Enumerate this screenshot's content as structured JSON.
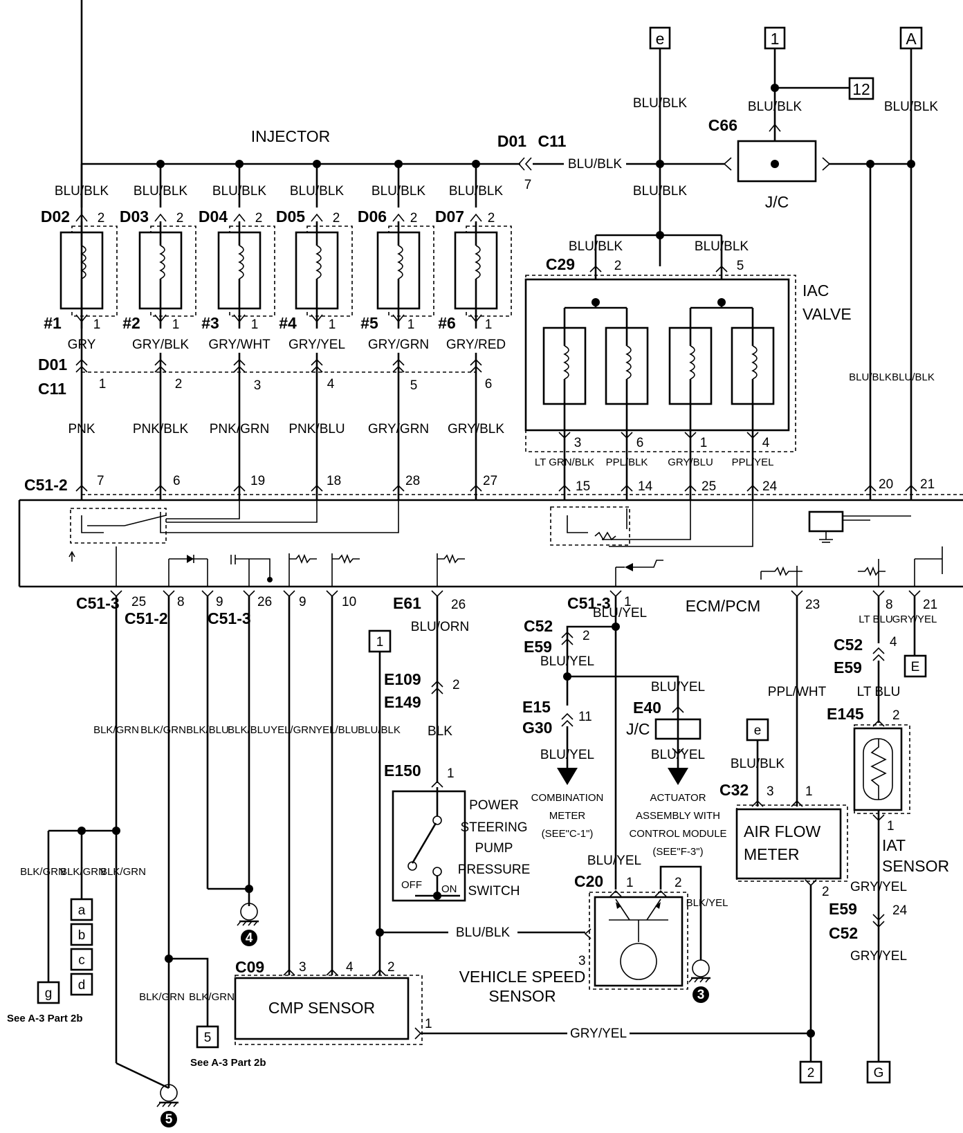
{
  "titles": {
    "injector": "INJECTOR",
    "iac_valve_1": "IAC",
    "iac_valve_2": "VALVE",
    "ecm": "ECM/PCM",
    "jc_top": "J/C",
    "jc_e40": "J/C",
    "air_flow_1": "AIR FLOW",
    "air_flow_2": "METER",
    "cmp_sensor": "CMP SENSOR",
    "vss_1": "VEHICLE SPEED",
    "vss_2": "SENSOR",
    "iat_1": "IAT",
    "iat_2": "SENSOR",
    "ps_1": "POWER",
    "ps_2": "STEERING",
    "ps_3": "PUMP",
    "ps_4": "PRESSURE",
    "ps_5": "SWITCH",
    "ps_off": "OFF",
    "ps_on": "ON",
    "comb_1": "COMBINATION",
    "comb_2": "METER",
    "comb_3": "(SEE\"C-1\")",
    "act_1": "ACTUATOR",
    "act_2": "ASSEMBLY WITH",
    "act_3": "CONTROL MODULE",
    "act_4": "(SEE\"F-3\")",
    "see_a3_1": "See A-3 Part 2b",
    "see_a3_2": "See A-3 Part 2b"
  },
  "refs": {
    "e_top": "e",
    "one_top": "1",
    "a_top": "A",
    "twelve": "12",
    "one_mid": "1",
    "e_mid": "e",
    "e_right": "E",
    "a": "a",
    "b": "b",
    "c": "c",
    "d": "d",
    "g": "g",
    "five": "5",
    "two": "2",
    "g_bottom": "G",
    "gnd4": "4",
    "gnd5": "5",
    "gnd3": "3"
  },
  "injectors": [
    {
      "conn": "D02",
      "num": "#1",
      "wire_out": "GRY",
      "pin_d01": "1",
      "wire_low": "PNK",
      "pin_c51": "7"
    },
    {
      "conn": "D03",
      "num": "#2",
      "wire_out": "GRY/BLK",
      "pin_d01": "2",
      "wire_low": "PNK/BLK",
      "pin_c51": "6"
    },
    {
      "conn": "D04",
      "num": "#3",
      "wire_out": "GRY/WHT",
      "pin_d01": "3",
      "wire_low": "PNK/GRN",
      "pin_c51": "19"
    },
    {
      "conn": "D05",
      "num": "#4",
      "wire_out": "GRY/YEL",
      "pin_d01": "4",
      "wire_low": "PNK/BLU",
      "pin_c51": "18"
    },
    {
      "conn": "D06",
      "num": "#5",
      "wire_out": "GRY/GRN",
      "pin_d01": "5",
      "wire_low": "GRY/GRN",
      "pin_c51": "28"
    },
    {
      "conn": "D07",
      "num": "#6",
      "wire_out": "GRY/RED",
      "pin_d01": "6",
      "wire_low": "GRY/BLK",
      "pin_c51": "27"
    }
  ],
  "injector_common": {
    "wire": "BLU/BLK",
    "pin_top": "2",
    "pin_bot": "1"
  },
  "connectors": {
    "d01_top": "D01",
    "c11_top": "C11",
    "d01_pin": "7",
    "d01": "D01",
    "c11": "C11",
    "c51_2": "C51-2",
    "c66": "C66",
    "c29": "C29",
    "c29_pin2": "2",
    "c29_pin5": "5",
    "c51_3_a": "C51-3",
    "c51_2_b": "C51-2",
    "c51_3_b": "C51-3",
    "e61": "E61",
    "c51_3_c": "C51-3",
    "c52_a": "C52",
    "e59_a": "E59",
    "e15": "E15",
    "g30": "G30",
    "e40": "E40",
    "e109": "E109",
    "e149": "E149",
    "e150": "E150",
    "c32": "C32",
    "c52_b": "C52",
    "e59_b": "E59",
    "e145": "E145",
    "c20": "C20",
    "c09": "C09",
    "e59_c": "E59",
    "c52_c": "C52"
  },
  "wires": {
    "blu_blk_bus": "BLU/BLK",
    "blu_blk_e": "BLU/BLK",
    "blu_blk_e2": "BLU/BLK",
    "blu_blk_1": "BLU/BLK",
    "blu_blk_a": "BLU/BLK",
    "blu_blk_c29_l": "BLU/BLK",
    "blu_blk_c29_r": "BLU/BLK",
    "blu_blk_r1": "BLU/BLK",
    "blu_blk_r2": "BLU/BLK",
    "iac_w1": "LT GRN/BLK",
    "iac_w2": "PPL/BLK",
    "iac_w3": "GRY/BLU",
    "iac_w4": "PPL/YEL",
    "iac_p1": "3",
    "iac_p2": "6",
    "iac_p3": "1",
    "iac_p4": "4",
    "c51_p15": "15",
    "c51_p14": "14",
    "c51_p25": "25",
    "c51_p24": "24",
    "c51_p20": "20",
    "c51_p21": "21",
    "blk_grn_1": "BLK/GRN",
    "blk_grn_2": "BLK/GRN",
    "blk_blu_1": "BLK/BLU",
    "blk_blu_2": "BLK/BLU",
    "yel_grn": "YEL/GRN",
    "yel_blu": "YEL/BLU",
    "blu_blk_cmp": "BLU/BLK",
    "blu_orn": "BLU/ORN",
    "blk_e150": "BLK",
    "blu_yel_1": "BLU/YEL",
    "blu_yel_2": "BLU/YEL",
    "blu_yel_3": "BLU/YEL",
    "blu_yel_4": "BLU/YEL",
    "blu_yel_5": "BLU/YEL",
    "blu_yel_vss": "BLU/YEL",
    "ppl_wht": "PPL/WHT",
    "lt_blu": "LT BLU",
    "lt_blu_2": "LT BLU",
    "gry_yel_e": "GRY/YEL",
    "blu_blk_c32": "BLU/BLK",
    "gry_yel_iat": "GRY/YEL",
    "gry_yel_low": "GRY/YEL",
    "blk_grn_a": "BLK/GRN",
    "blk_grn_b": "BLK/GRN",
    "blk_grn_c": "BLK/GRN",
    "blk_grn_d": "BLK/GRN",
    "blk_grn_e": "BLK/GRN",
    "blu_blk_vss": "BLU/BLK",
    "blk_yel": "BLK/YEL",
    "gry_yel_cmp": "GRY/YEL"
  },
  "pins": {
    "b25": "25",
    "b8": "8",
    "b9": "9",
    "b26": "26",
    "b9b": "9",
    "b10": "10",
    "b26b": "26",
    "b1": "1",
    "b23": "23",
    "b8r": "8",
    "b21": "21",
    "c52a_2": "2",
    "e15_11": "11",
    "e109_2": "2",
    "e150_1": "1",
    "c52b_4": "4",
    "e145_2": "2",
    "iat_1": "1",
    "c32_3": "3",
    "c32_1": "1",
    "afm_2": "2",
    "e59c_24": "24",
    "c20_1": "1",
    "c20_2": "2",
    "c20_3": "3",
    "c09_3": "3",
    "c09_4": "4",
    "c09_2": "2",
    "c09_1": "1"
  }
}
